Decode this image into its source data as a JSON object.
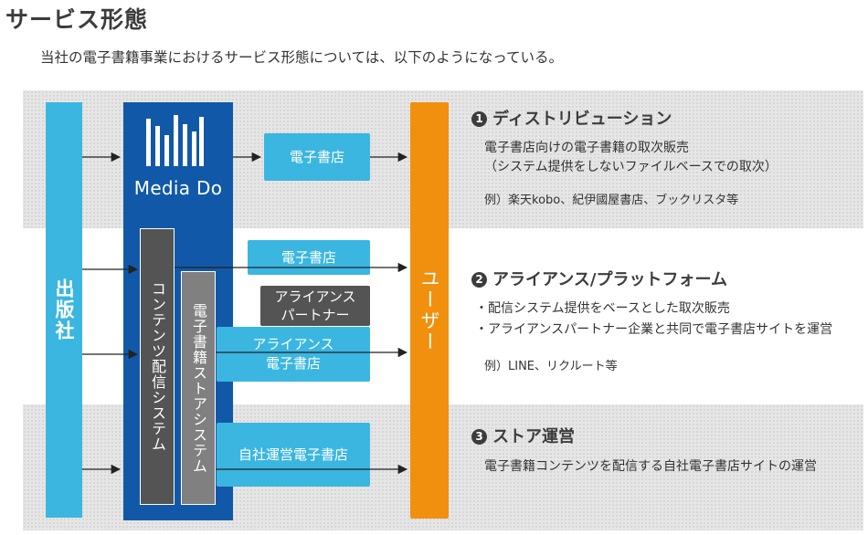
{
  "title": "サービス形態",
  "intro": "当社の電子書籍事業におけるサービス形態については、以下のようになっている。",
  "diagram": {
    "publisher": "出版社",
    "mediado_logo": "Media Do",
    "content_system": "コンテンツ配信システム",
    "store_system": "電子書籍ストアシステム",
    "user": "ユーザー",
    "ebook_store_1": "電子書店",
    "ebook_store_2": "電子書店",
    "alliance_partner": "アライアンス\nパートナー",
    "alliance_store": "アライアンス\n電子書店",
    "own_store": "自社運営電子書店"
  },
  "sections": [
    {
      "num": "1",
      "title": "ディストリビューション",
      "lines": [
        "電子書店向けの電子書籍の取次販売",
        "（システム提供をしないファイルベースでの取次）"
      ],
      "example": "例）楽天kobo、紀伊國屋書店、ブックリスタ等"
    },
    {
      "num": "2",
      "title": "アライアンス/プラットフォーム",
      "lines": [
        "・配信システム提供をベースとした取次販売",
        "・アライアンスパートナー企業と共同で電子書店サイトを運営"
      ],
      "example": "例）LINE、リクルート等"
    },
    {
      "num": "3",
      "title": "ストア運営",
      "lines": [
        "電子書籍コンテンツを配信する自社電子書店サイトの運営"
      ],
      "example": ""
    }
  ],
  "colors": {
    "light_blue": "#3bb6e0",
    "dark_blue": "#1159a8",
    "orange": "#f0900e",
    "dark_gray": "#545454",
    "mid_gray": "#808080"
  }
}
